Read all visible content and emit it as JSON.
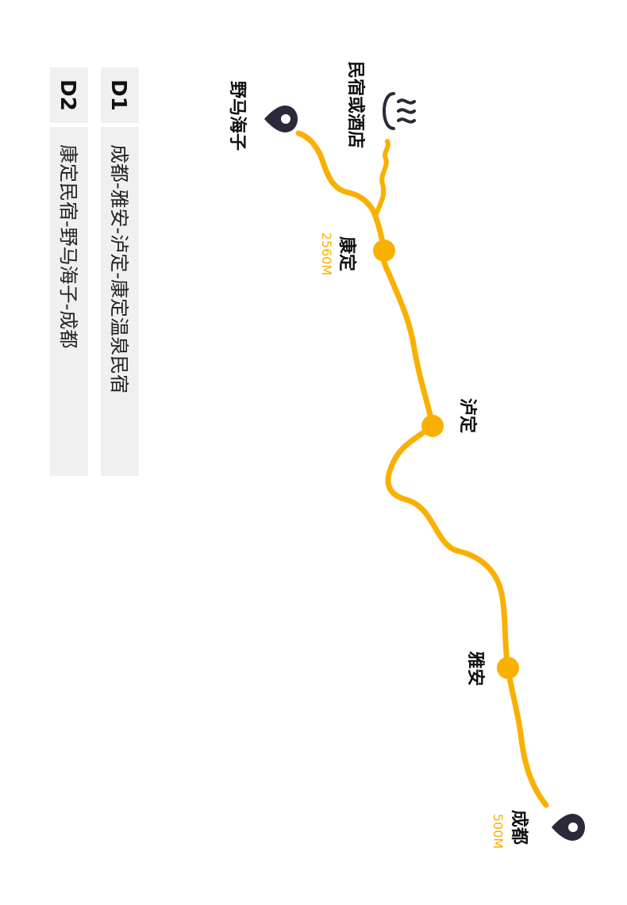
{
  "colors": {
    "route": "#F9B000",
    "pin": "#2A2A3A",
    "elevation": "#F9B000",
    "box_bg": "#F0F0F0",
    "text": "#111111"
  },
  "stops": {
    "chengdu": {
      "name": "成都",
      "elevation": "500M"
    },
    "yaan": {
      "name": "雅安"
    },
    "luding": {
      "name": "泸定"
    },
    "kangding": {
      "name": "康定",
      "elevation": "2560M"
    },
    "yemahaizi": {
      "name": "野马海子"
    },
    "hotel": {
      "name": "民宿或酒店",
      "icon": "hot-spring-icon"
    }
  },
  "itinerary": [
    {
      "day": "D1",
      "route": "成都-雅安-泸定-康定温泉民宿"
    },
    {
      "day": "D2",
      "route": "康定民宿-野马海子-成都"
    }
  ]
}
